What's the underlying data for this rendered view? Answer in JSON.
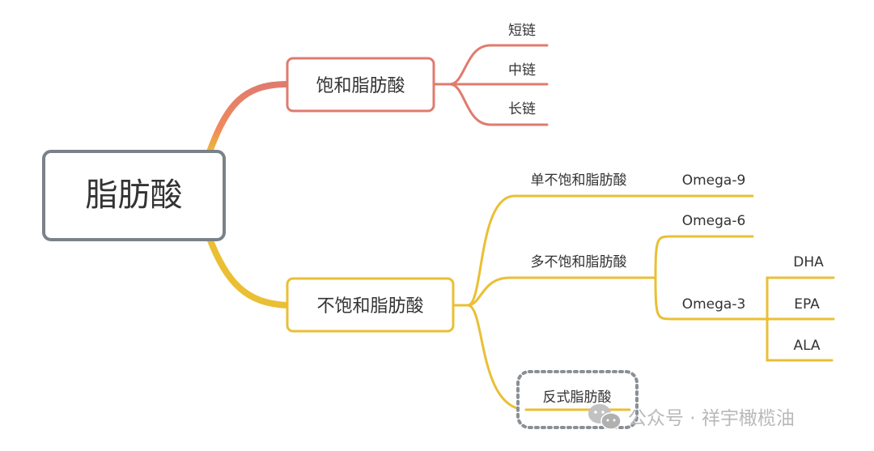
{
  "mindmap": {
    "root": "脂肪酸",
    "saturated": {
      "label": "饱和脂肪酸",
      "children": [
        "短链",
        "中链",
        "长链"
      ]
    },
    "unsaturated": {
      "label": "不饱和脂肪酸",
      "mono": {
        "label": "单不饱和脂肪酸",
        "children": [
          "Omega-9"
        ]
      },
      "poly": {
        "label": "多不饱和脂肪酸",
        "children": [
          "Omega-6",
          "Omega-3"
        ],
        "omega3_children": [
          "DHA",
          "EPA",
          "ALA"
        ]
      },
      "trans": {
        "label": "反式脂肪酸"
      }
    }
  },
  "watermark": {
    "icon": "wechat-icon",
    "text": "公众号 · 祥宇橄榄油"
  },
  "colors": {
    "saturated": "#e07b6e",
    "unsaturated": "#eabf34",
    "root_border": "#7b8189",
    "dotted_border": "#8a8f96"
  }
}
